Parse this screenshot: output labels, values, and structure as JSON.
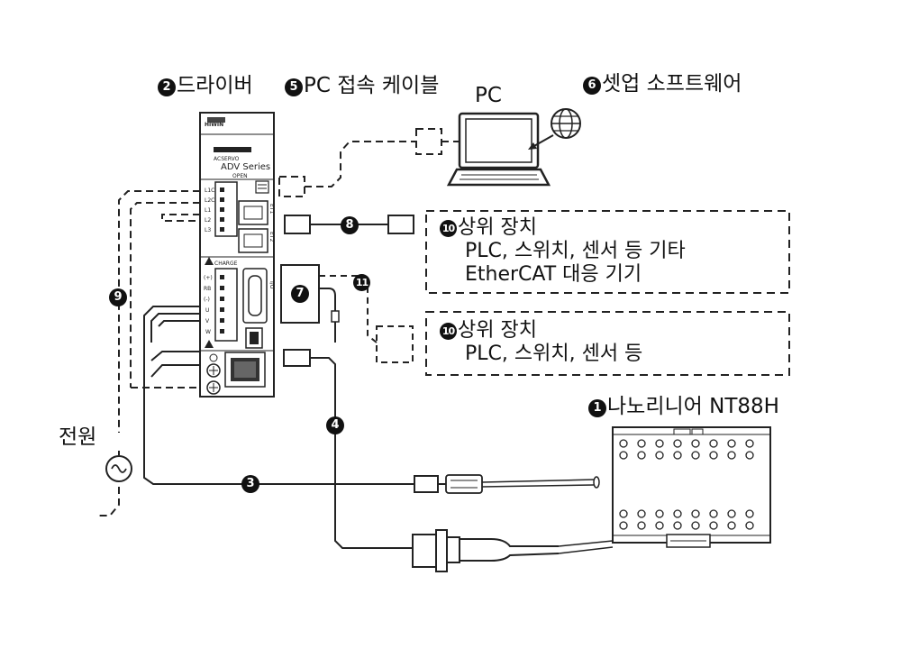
{
  "labels": {
    "driver_num": "2",
    "driver": "드라이버",
    "pc_cable_num": "5",
    "pc_cable": "PC 접속 케이블",
    "pc": "PC",
    "setup_num": "6",
    "setup_software": "셋업 소프트웨어",
    "motor_num": "1",
    "motor": "나노리니어 NT88H",
    "power": "전원",
    "cable_3": "3",
    "cable_4": "4",
    "cable_7": "7",
    "cable_8": "8",
    "cable_9": "9",
    "cable_11": "11"
  },
  "upper_device_1": {
    "num": "10",
    "title": "상위 장치",
    "line1": "PLC, 스위치, 센서 등 기타",
    "line2": "EtherCAT 대응 기기"
  },
  "upper_device_2": {
    "num": "10",
    "title": "상위 장치",
    "line1": "PLC, 스위치, 센서 등"
  },
  "driver_panel": {
    "brand": "HIWIN",
    "series_line1": "ACSERVO",
    "series_line2": "ADV Series",
    "charge": "CHARGE",
    "terminals": [
      "L1C",
      "L2C",
      "L1",
      "L2",
      "L3"
    ],
    "motor_terminals": [
      "(+)",
      "RB",
      "(-)",
      "U",
      "V",
      "W"
    ],
    "port_labels": [
      "ET1",
      "ET2",
      "I/O"
    ],
    "top_label": "OPEN"
  }
}
